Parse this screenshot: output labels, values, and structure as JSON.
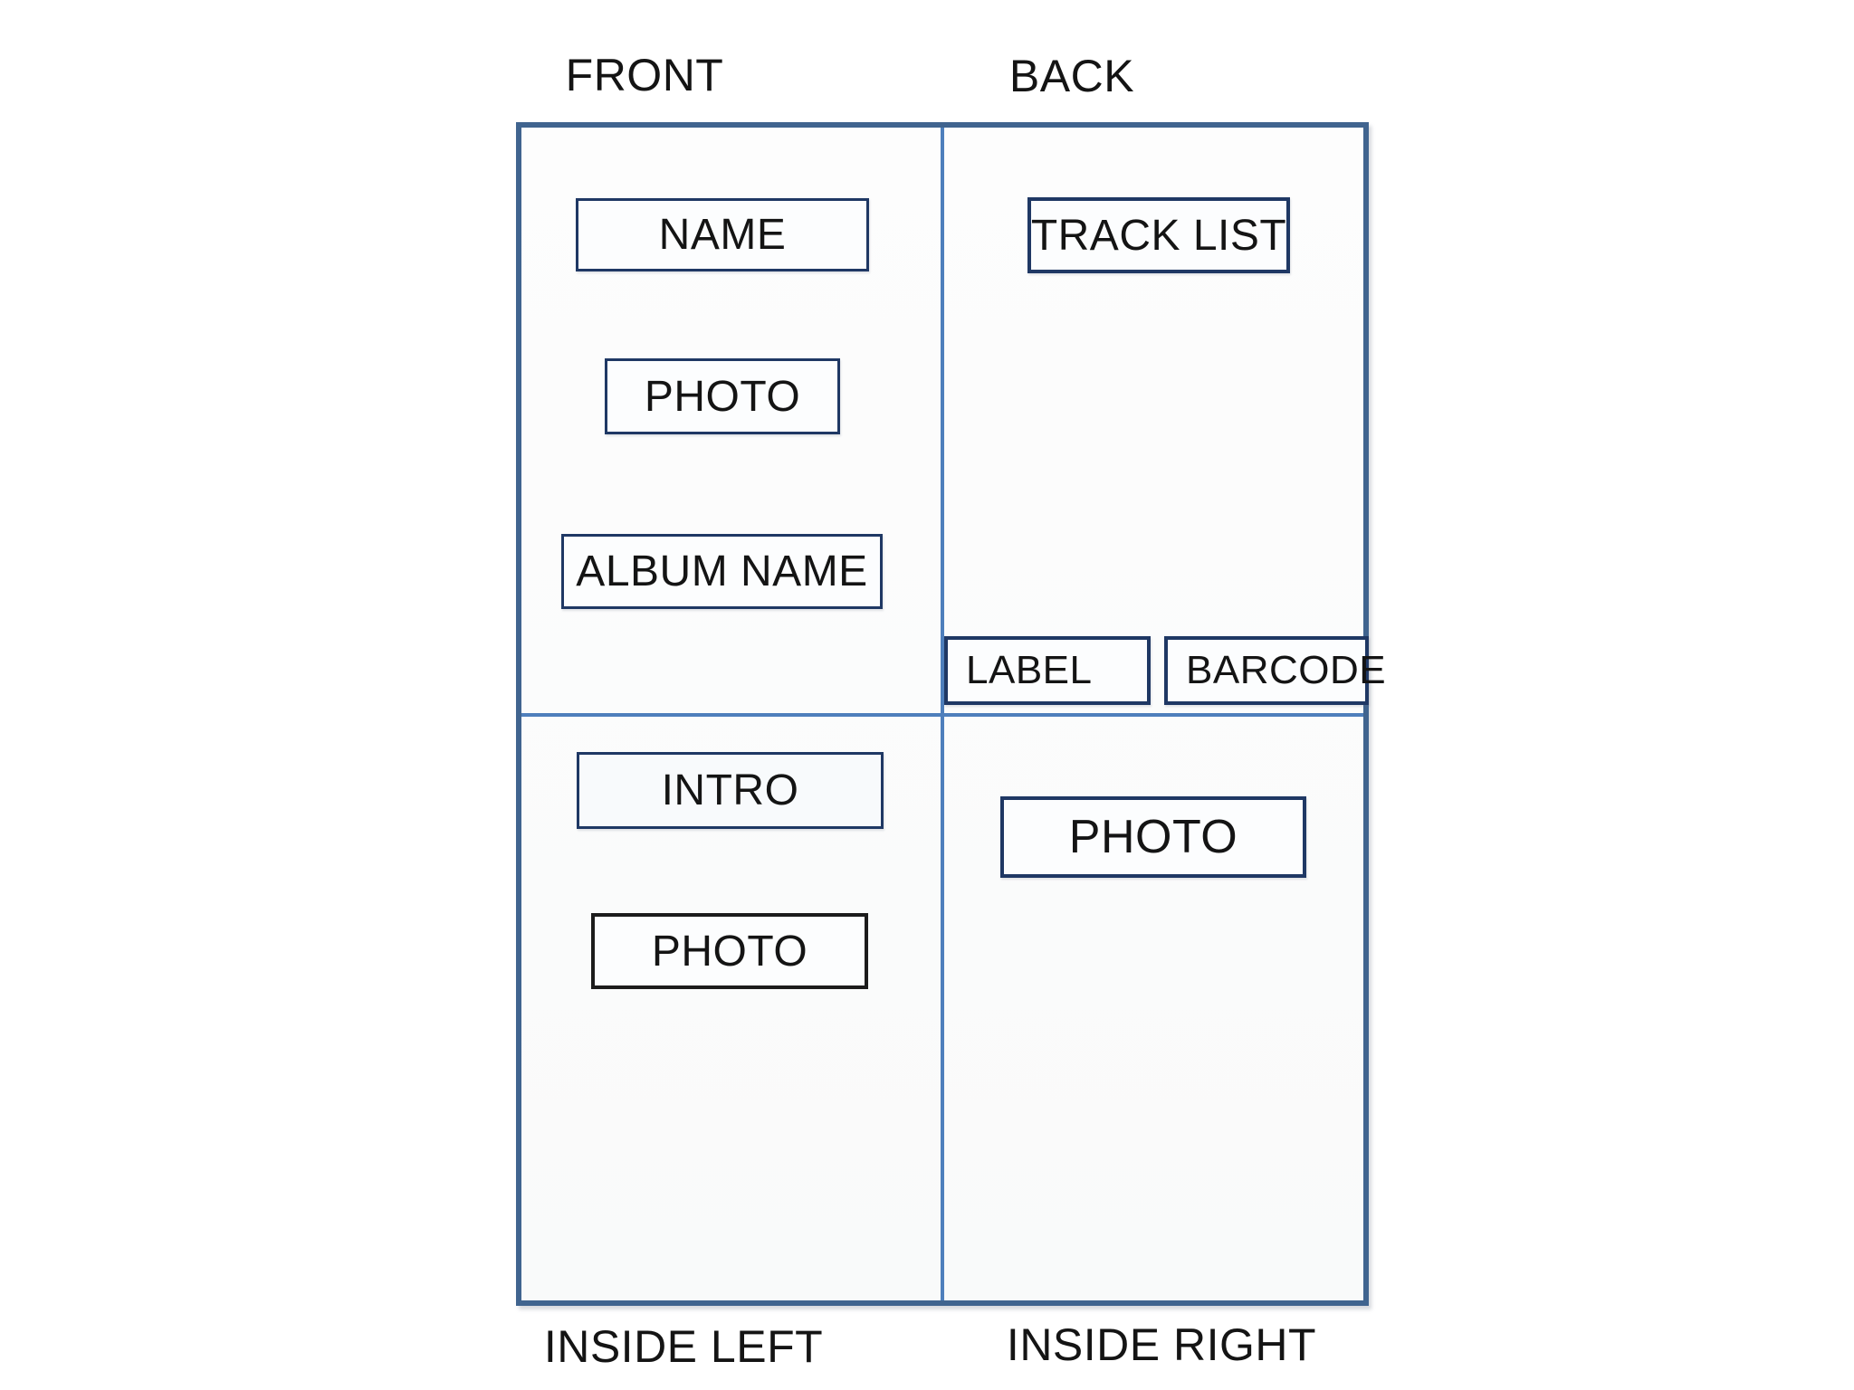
{
  "diagram": {
    "title_implied": "Album booklet layout diagram",
    "colors": {
      "outer_border": "#40648f",
      "fold_divider": "#4e7fbc",
      "placeholder_border_navy": "#1f3864",
      "placeholder_border_black": "#1c1c1c",
      "text": "#141414",
      "background": "#ffffff"
    }
  },
  "panel_labels": {
    "front": "FRONT",
    "back": "BACK",
    "inside_left": "INSIDE LEFT",
    "inside_right": "INSIDE RIGHT"
  },
  "placeholders": {
    "front": {
      "name": "NAME",
      "photo": "PHOTO",
      "album_name": "ALBUM NAME"
    },
    "back": {
      "track_list": "TRACK LIST",
      "label": "LABEL",
      "barcode": "BARCODE"
    },
    "inside_left": {
      "intro": "INTRO",
      "photo": "PHOTO"
    },
    "inside_right": {
      "photo": "PHOTO"
    }
  }
}
